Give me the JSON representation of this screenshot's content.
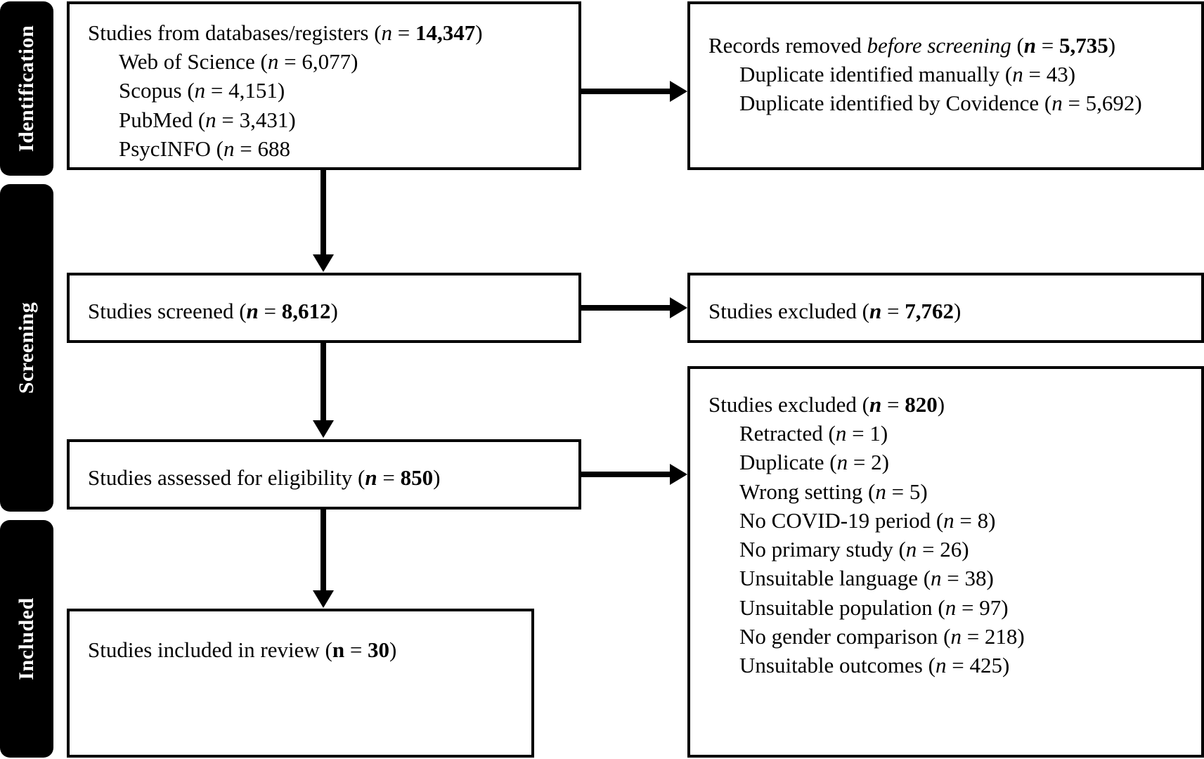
{
  "diagram": {
    "title": "PRISMA 2020 flow diagram",
    "stages": [
      {
        "id": "identification",
        "label": "Identification"
      },
      {
        "id": "screening",
        "label": "Screening"
      },
      {
        "id": "included",
        "label": "Included"
      }
    ],
    "colors": {
      "stage_tab_bg": "#000000",
      "stage_tab_text": "#ffffff",
      "box_border": "#000000",
      "box_bg": "#ffffff",
      "text": "#000000",
      "connector": "#000000"
    },
    "boxes": {
      "identification_sources": {
        "heading": "Studies from databases/registers (n = 14,347)",
        "lines": [
          {
            "text": "Studies from databases/registers (",
            "n": "n",
            "n_style": "italic",
            "eq": " = ",
            "value": "14,347",
            "value_style": "bold",
            "close": ")",
            "indent": false
          },
          {
            "text": "Web of Science (",
            "n": "n",
            "n_style": "italic",
            "eq": " = ",
            "value": "6,077",
            "value_style": "normal",
            "close": ")",
            "indent": true
          },
          {
            "text": "Scopus (",
            "n": "n",
            "n_style": "italic",
            "eq": " = ",
            "value": "4,151",
            "value_style": "normal",
            "close": ")",
            "indent": true
          },
          {
            "text": "PubMed (",
            "n": "n",
            "n_style": "italic",
            "eq": " = ",
            "value": "3,431",
            "value_style": "normal",
            "close": ")",
            "indent": true
          },
          {
            "text": "PsycINFO (",
            "n": "n",
            "n_style": "italic",
            "eq": " = ",
            "value": "688",
            "value_style": "normal",
            "close": "",
            "indent": true
          }
        ]
      },
      "records_removed": {
        "heading": "Records removed before screening (n = 5,735)",
        "lines": [
          {
            "text": "Records removed ",
            "em": "before screening",
            "tail": " (",
            "n": "n",
            "n_style": "bold-italic",
            "eq": " = ",
            "value": "5,735",
            "value_style": "bold",
            "close": ")",
            "indent": false
          },
          {
            "text": "Duplicate identified manually (",
            "n": "n",
            "n_style": "italic",
            "eq": " = ",
            "value": "43",
            "value_style": "normal",
            "close": ")",
            "indent": true
          },
          {
            "text": "Duplicate identified by Covidence (",
            "n": "n",
            "n_style": "italic",
            "eq": " = ",
            "value": "5,692",
            "value_style": "normal",
            "close": ")",
            "indent": true
          }
        ]
      },
      "studies_screened": {
        "heading": "Studies screened (n = 8,612)",
        "lines": [
          {
            "text": "Studies screened (",
            "n": "n",
            "n_style": "bold-italic",
            "eq": " = ",
            "value": "8,612",
            "value_style": "bold",
            "close": ")",
            "indent": false
          }
        ]
      },
      "studies_excluded_screening": {
        "heading": "Studies excluded (n = 7,762)",
        "lines": [
          {
            "text": "Studies excluded (",
            "n": "n",
            "n_style": "bold-italic",
            "eq": " = ",
            "value": "7,762",
            "value_style": "bold",
            "close": ")",
            "indent": false
          }
        ]
      },
      "studies_eligibility": {
        "heading": "Studies assessed for eligibility (n = 850)",
        "lines": [
          {
            "text": "Studies assessed for eligibility (",
            "n": "n",
            "n_style": "bold-italic",
            "eq": " = ",
            "value": "850",
            "value_style": "bold",
            "close": ")",
            "indent": false
          }
        ]
      },
      "studies_excluded_eligibility": {
        "heading": "Studies excluded (n = 820)",
        "lines": [
          {
            "text": "Studies excluded (",
            "n": "n",
            "n_style": "bold-italic",
            "eq": " = ",
            "value": "820",
            "value_style": "bold",
            "close": ")",
            "indent": false
          },
          {
            "text": "Retracted (",
            "n": "n",
            "n_style": "italic",
            "eq": " = ",
            "value": "1",
            "value_style": "normal",
            "close": ")",
            "indent": true
          },
          {
            "text": "Duplicate (",
            "n": "n",
            "n_style": "italic",
            "eq": " = ",
            "value": "2",
            "value_style": "normal",
            "close": ")",
            "indent": true
          },
          {
            "text": "Wrong setting (",
            "n": "n",
            "n_style": "italic",
            "eq": " = ",
            "value": "5",
            "value_style": "normal",
            "close": ")",
            "indent": true
          },
          {
            "text": "No COVID-19 period (",
            "n": "n",
            "n_style": "italic",
            "eq": " = ",
            "value": "8",
            "value_style": "normal",
            "close": ")",
            "indent": true
          },
          {
            "text": "No primary study (",
            "n": "n",
            "n_style": "italic",
            "eq": " = ",
            "value": "26",
            "value_style": "normal",
            "close": ")",
            "indent": true
          },
          {
            "text": "Unsuitable language (",
            "n": "n",
            "n_style": "italic",
            "eq": " = ",
            "value": "38",
            "value_style": "normal",
            "close": ")",
            "indent": true
          },
          {
            "text": "Unsuitable population (",
            "n": "n",
            "n_style": "italic",
            "eq": " = ",
            "value": "97",
            "value_style": "normal",
            "close": ")",
            "indent": true
          },
          {
            "text": "No gender comparison (",
            "n": "n",
            "n_style": "italic",
            "eq": " = ",
            "value": "218",
            "value_style": "normal",
            "close": ")",
            "indent": true
          },
          {
            "text": "Unsuitable outcomes (",
            "n": "n",
            "n_style": "italic",
            "eq": " = ",
            "value": "425",
            "value_style": "normal",
            "close": ")",
            "indent": true
          }
        ]
      },
      "studies_included": {
        "heading": "Studies included in review (n = 30)",
        "lines": [
          {
            "text": "Studies included in review (",
            "n": "n",
            "n_style": "bold",
            "eq": " = ",
            "value": "30",
            "value_style": "bold",
            "close": ")",
            "indent": false
          }
        ]
      }
    },
    "connectors": [
      {
        "id": "identification-to-removed",
        "direction": "right"
      },
      {
        "id": "identification-to-screened",
        "direction": "down"
      },
      {
        "id": "screened-to-excluded",
        "direction": "right"
      },
      {
        "id": "screened-to-eligibility",
        "direction": "down"
      },
      {
        "id": "eligibility-to-excluded",
        "direction": "right"
      },
      {
        "id": "eligibility-to-included",
        "direction": "down"
      }
    ]
  }
}
